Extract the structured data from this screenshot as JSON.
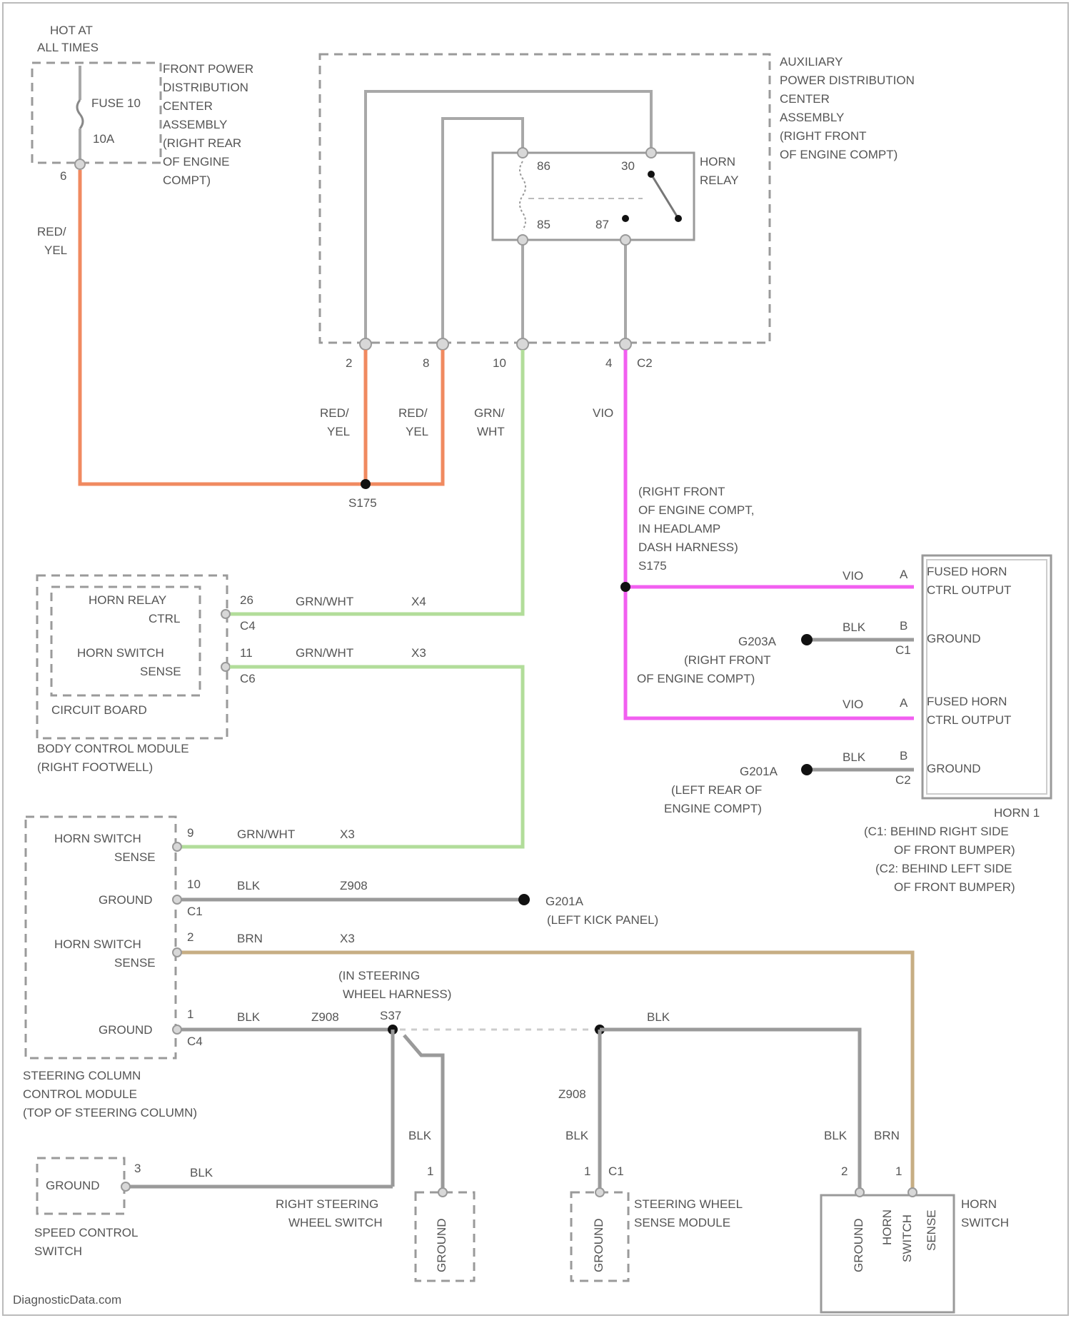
{
  "top": {
    "hot_line1": "HOT AT",
    "hot_line2": "ALL TIMES",
    "fuse_label": "FUSE 10",
    "fuse_amps": "10A",
    "fuse_pin": "6",
    "front_pdc": [
      "FRONT POWER",
      "DISTRIBUTION",
      "CENTER",
      "ASSEMBLY",
      "(RIGHT REAR",
      "OF ENGINE",
      "COMPT)"
    ],
    "aux_pdc": [
      "AUXILIARY",
      "POWER DISTRIBUTION",
      "CENTER",
      "ASSEMBLY",
      "(RIGHT FRONT",
      "OF ENGINE COMPT)"
    ],
    "relay_label": [
      "HORN",
      "RELAY"
    ],
    "relay_pins": [
      "86",
      "30",
      "85",
      "87"
    ]
  },
  "connector_pins": {
    "p2": "2",
    "p8": "8",
    "p10": "10",
    "p4": "4",
    "c2": "C2"
  },
  "wires": {
    "red_yel_left": [
      "RED/",
      "YEL"
    ],
    "red_yel_a": [
      "RED/",
      "YEL"
    ],
    "red_yel_b": [
      "RED/",
      "YEL"
    ],
    "grn_wht": [
      "GRN/",
      "WHT"
    ],
    "vio": "VIO",
    "splice_s175": "S175",
    "vio_note": [
      "(RIGHT FRONT",
      "OF ENGINE COMPT,",
      "IN HEADLAMP",
      "DASH HARNESS)",
      "S175"
    ]
  },
  "horn_section": {
    "row1_wire": "VIO",
    "row1_pin": "A",
    "row1_label": [
      "FUSED HORN",
      "CTRL OUTPUT"
    ],
    "row2_wire": "BLK",
    "row2_pin": "B",
    "row2_conn": "C1",
    "row2_label": "GROUND",
    "g203a": "G203A",
    "g203a_note": [
      "(RIGHT FRONT",
      "OF ENGINE COMPT)"
    ],
    "row3_wire": "VIO",
    "row3_pin": "A",
    "row3_label": [
      "FUSED HORN",
      "CTRL OUTPUT"
    ],
    "row4_wire": "BLK",
    "row4_pin": "B",
    "row4_conn": "C2",
    "row4_label": "GROUND",
    "g201a": "G201A",
    "g201a_note": [
      "(LEFT REAR OF",
      "ENGINE COMPT)"
    ],
    "horn_caption": [
      "HORN 1",
      "(C1: BEHIND RIGHT SIDE",
      "OF FRONT BUMPER)",
      "(C2: BEHIND LEFT SIDE",
      "OF FRONT BUMPER)"
    ]
  },
  "bcm": {
    "horn_relay_ctrl": [
      "HORN RELAY",
      "CTRL"
    ],
    "horn_switch_sense": [
      "HORN SWITCH",
      "SENSE"
    ],
    "circuit_board": "CIRCUIT BOARD",
    "caption": [
      "BODY CONTROL MODULE",
      "(RIGHT FOOTWELL)"
    ],
    "pin1": "26",
    "conn1": "C4",
    "wire1": "GRN/WHT",
    "code1": "X4",
    "pin2": "11",
    "conn2": "C6",
    "wire2": "GRN/WHT",
    "code2": "X3"
  },
  "sccm": {
    "r1_label": [
      "HORN SWITCH",
      "SENSE"
    ],
    "r1_pin": "9",
    "r1_wire": "GRN/WHT",
    "r1_code": "X3",
    "r2_label": "GROUND",
    "r2_pin": "10",
    "r2_conn": "C1",
    "r2_wire": "BLK",
    "r2_code": "Z908",
    "g201a": "G201A",
    "g201a_note": "(LEFT KICK PANEL)",
    "r3_label": [
      "HORN SWITCH",
      "SENSE"
    ],
    "r3_pin": "2",
    "r3_wire": "BRN",
    "r3_code": "X3",
    "r4_label": "GROUND",
    "r4_pin": "1",
    "r4_conn": "C4",
    "r4_wire": "BLK",
    "r4_code": "Z908",
    "caption": [
      "STEERING COLUMN",
      "CONTROL MODULE",
      "(TOP OF STEERING COLUMN)"
    ],
    "harness_note": [
      "(IN STEERING",
      "WHEEL HARNESS)"
    ],
    "splice": "S37",
    "right_blk": "BLK"
  },
  "bottom": {
    "blk_left": "BLK",
    "z908": "Z908",
    "blk_mid": "BLK",
    "blk_right": "BLK",
    "brn_right": "BRN",
    "speed_ground": "GROUND",
    "speed_pin": "3",
    "speed_wire": "BLK",
    "speed_caption": [
      "SPEED CONTROL",
      "SWITCH"
    ],
    "rsws_caption": [
      "RIGHT STEERING",
      "WHEEL SWITCH"
    ],
    "rsws_pin": "1",
    "rsws_ground": "GROUND",
    "swsm_pin": "1",
    "swsm_conn": "C1",
    "swsm_caption": [
      "STEERING WHEEL",
      "SENSE MODULE"
    ],
    "swsm_ground": "GROUND",
    "horn_sw_pin2": "2",
    "horn_sw_pin1": "1",
    "horn_sw_labels": [
      "GROUND",
      "HORN",
      "SWITCH",
      "SENSE"
    ],
    "horn_sw_caption": [
      "HORN",
      "SWITCH"
    ]
  },
  "footer": "DiagnosticData.com"
}
